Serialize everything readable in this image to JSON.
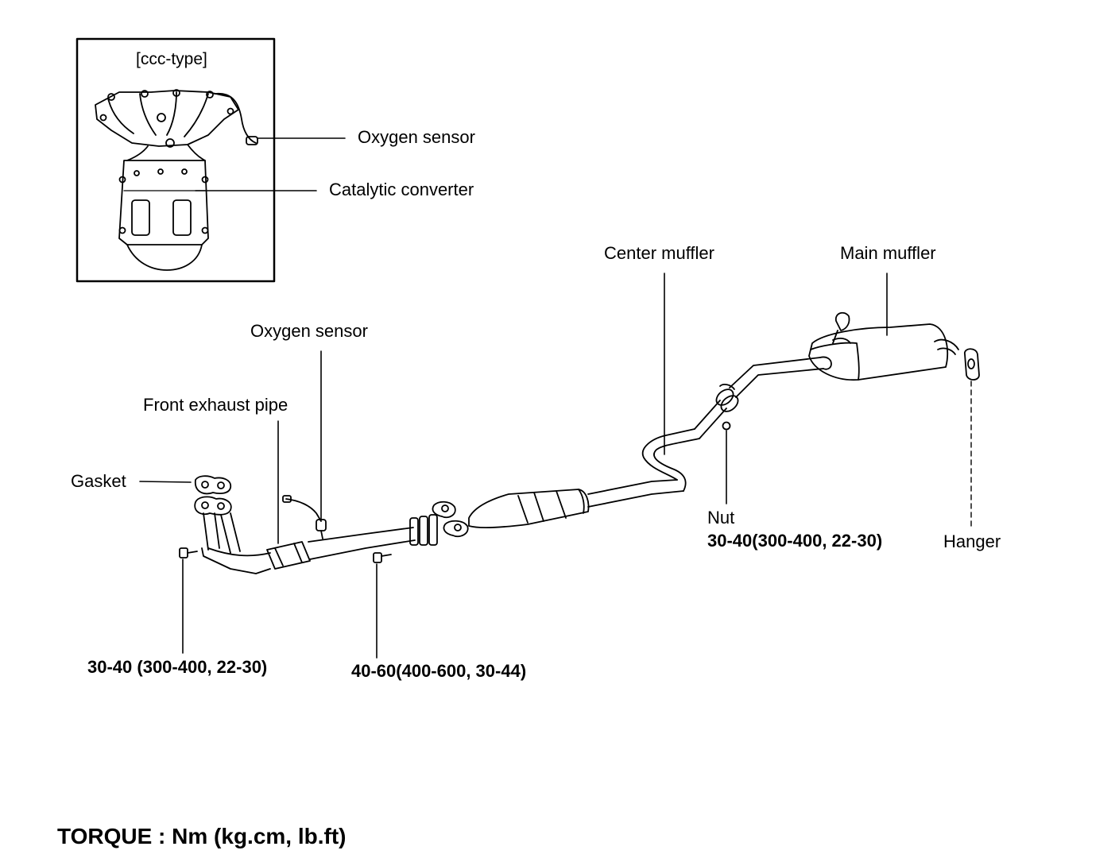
{
  "inset": {
    "title": "[ccc-type]",
    "oxygen_sensor": "Oxygen sensor",
    "catalytic_converter": "Catalytic converter"
  },
  "labels": {
    "center_muffler": "Center muffler",
    "main_muffler": "Main muffler",
    "oxygen_sensor": "Oxygen sensor",
    "front_exhaust_pipe": "Front exhaust pipe",
    "gasket": "Gasket",
    "nut": "Nut",
    "hanger": "Hanger"
  },
  "torques": {
    "nut": "30-40(300-400, 22-30)",
    "manifold_bolt": "30-40 (300-400, 22-30)",
    "flange_bolt": "40-60(400-600, 30-44)"
  },
  "footer": "TORQUE : Nm (kg.cm, lb.ft)"
}
